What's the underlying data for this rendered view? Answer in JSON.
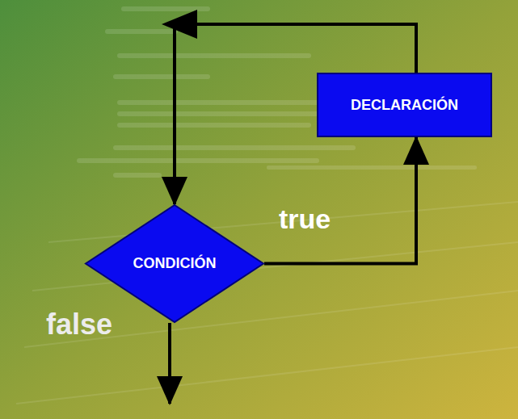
{
  "diagram": {
    "nodes": [
      {
        "text": [
          "DECLARACIÓN"
        ]
      },
      {
        "text": [
          "CONDICIÓN"
        ]
      }
    ],
    "edges": [
      {
        "from": 1,
        "to": 0,
        "label": "true",
        "arrow": "to"
      },
      {
        "from": 0,
        "to": 1,
        "arrow": "to"
      }
    ],
    "labels": [
      "false"
    ]
  }
}
